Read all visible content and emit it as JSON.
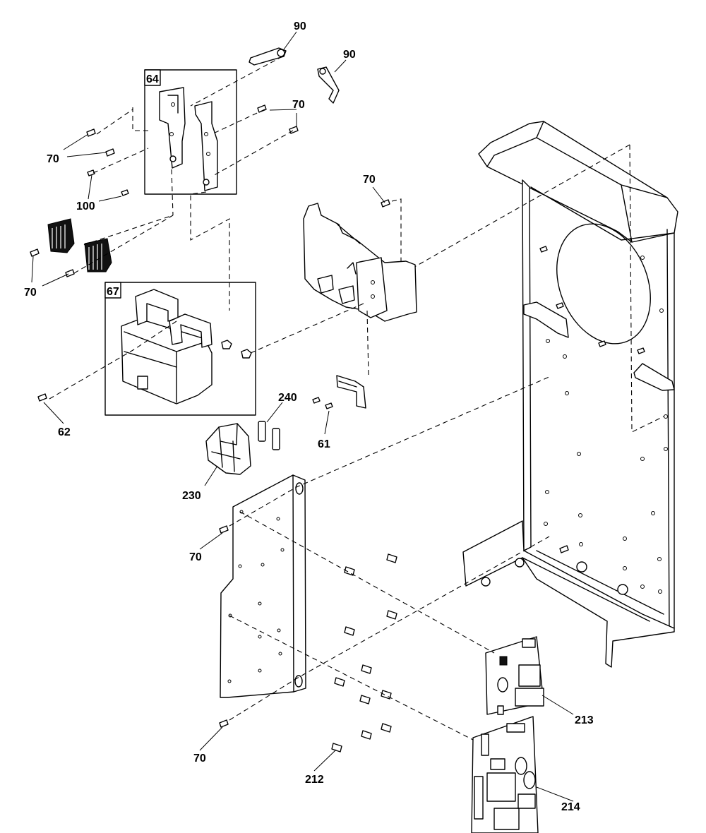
{
  "callouts": {
    "c90a": "90",
    "c90b": "90",
    "c70a": "70",
    "c70b": "70",
    "c70c": "70",
    "c70d": "70",
    "c70e": "70",
    "c70f": "70",
    "c100": "100",
    "c62": "62",
    "c240": "240",
    "c61": "61",
    "c230": "230",
    "c213": "213",
    "c212": "212",
    "c214": "214"
  },
  "boxes": {
    "box64": "64",
    "box67": "67"
  }
}
